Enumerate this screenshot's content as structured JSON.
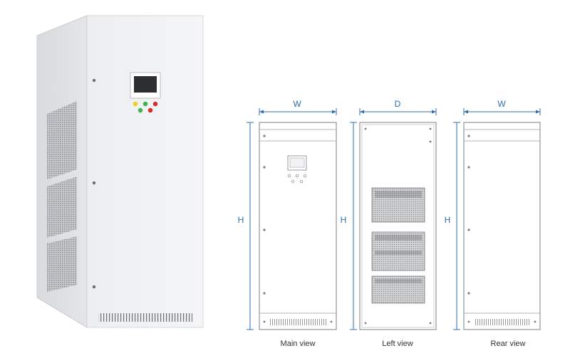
{
  "colors": {
    "dimension": "#2f6fae",
    "cabinet": "#eeeff1",
    "outline": "#7d7f83",
    "led_yellow": "#e8d21c",
    "led_green": "#3bb54a",
    "led_red": "#d82b2b"
  },
  "product_photo": {
    "status_leds": [
      "yellow",
      "green",
      "green",
      "red"
    ]
  },
  "drawings": {
    "main_view": {
      "caption": "Main view",
      "width_label": "W",
      "height_label": "H"
    },
    "left_view": {
      "caption": "Left view",
      "depth_label": "D",
      "height_label": "H"
    },
    "rear_view": {
      "caption": "Rear view",
      "width_label": "W",
      "height_label": "H"
    }
  }
}
